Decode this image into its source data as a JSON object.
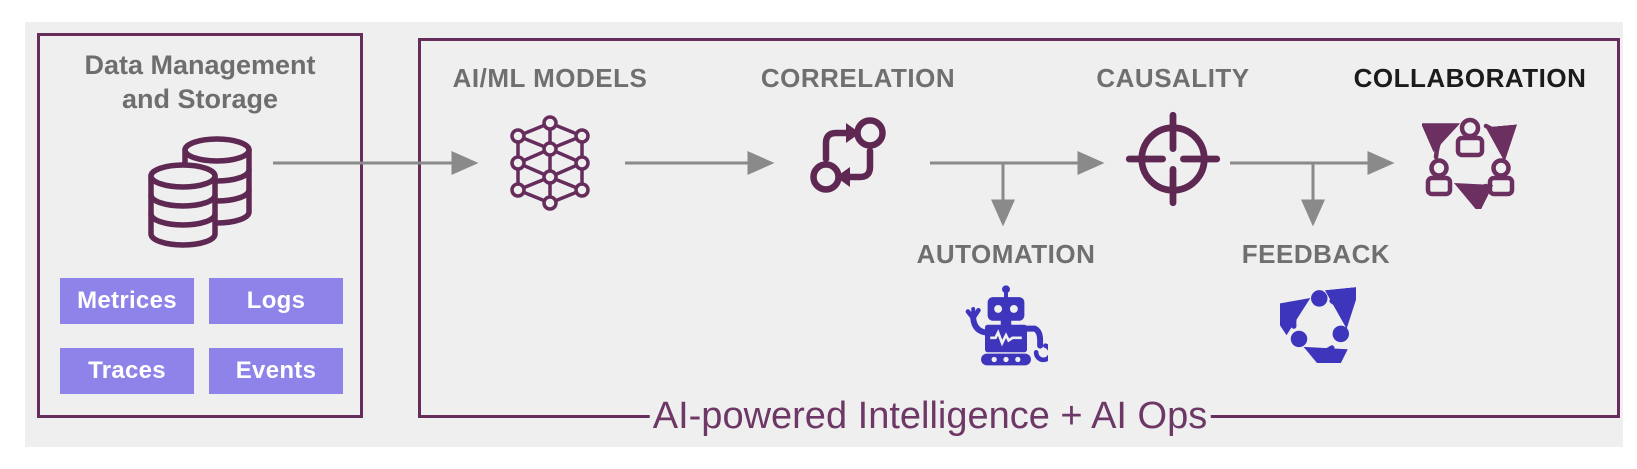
{
  "colors": {
    "canvas_bg": "#f0efef",
    "box_border": "#652c5c",
    "icon_purple": "#652c5c",
    "icon_blue": "#3e35bd",
    "chip_bg": "#8d83e9",
    "label_gray": "#6f6f6f",
    "label_black": "#1b1b1b",
    "arrow_gray": "#8a8a8a",
    "caption_purple": "#6d3766"
  },
  "left_panel": {
    "title_line1": "Data Management",
    "title_line2": "and Storage",
    "icon": "database-icon",
    "chips": [
      "Metrices",
      "Logs",
      "Traces",
      "Events"
    ]
  },
  "pipeline": {
    "stages": [
      {
        "label": "AI/ML MODELS",
        "icon": "neural-network-icon"
      },
      {
        "label": "CORRELATION",
        "icon": "correlation-icon"
      },
      {
        "label": "CAUSALITY",
        "icon": "causality-target-icon"
      },
      {
        "label": "COLLABORATION",
        "icon": "collaboration-icon"
      }
    ],
    "branches": [
      {
        "label": "AUTOMATION",
        "icon": "robot-icon"
      },
      {
        "label": "FEEDBACK",
        "icon": "feedback-cycle-icon"
      }
    ],
    "caption": "AI-powered Intelligence + AI Ops"
  }
}
